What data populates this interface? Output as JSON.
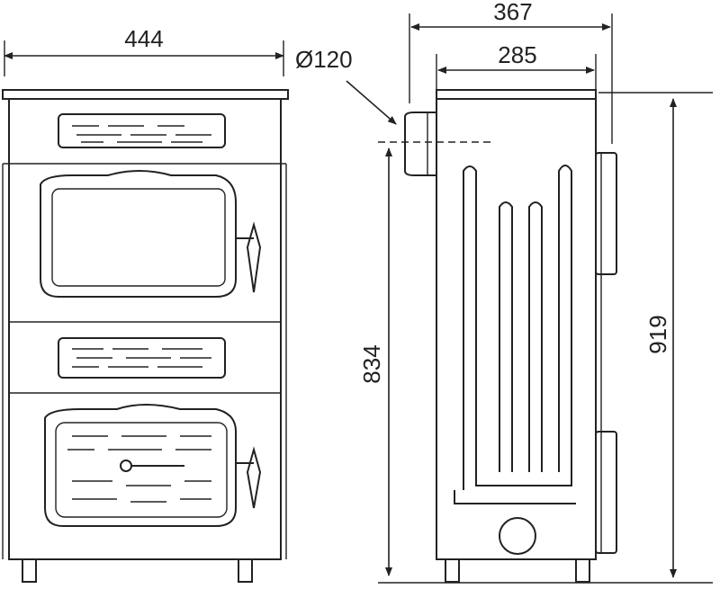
{
  "dimensions": {
    "front_width": "444",
    "flue_diameter": "Ø120",
    "side_depth_total": "367",
    "side_depth_body": "285",
    "flue_height": "834",
    "total_height": "919"
  }
}
